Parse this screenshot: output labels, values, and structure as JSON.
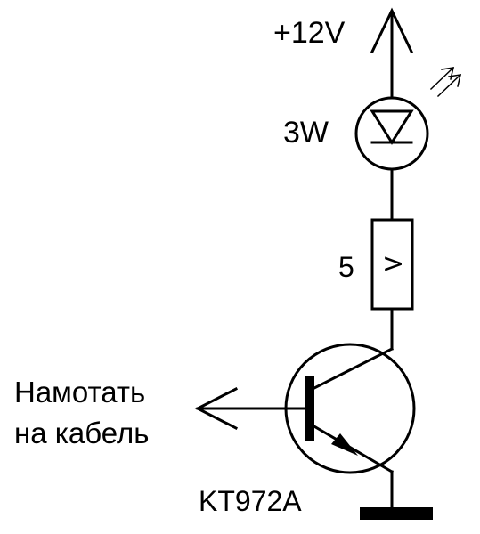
{
  "labels": {
    "supply": "+12V",
    "led_power": "3W",
    "resistor_value": "5",
    "resistor_symbol": ">",
    "cable_line1": "Намотать",
    "cable_line2": "на кабель",
    "transistor": "KT972A"
  },
  "colors": {
    "ink": "#000000",
    "background": "#ffffff"
  },
  "icons": {
    "supply": "up-arrow-icon",
    "led": "led-icon",
    "light": "light-emission-icon",
    "resistor": "resistor-icon",
    "transistor": "npn-transistor-icon",
    "antenna": "antenna-arrow-icon",
    "ground": "ground-icon"
  }
}
